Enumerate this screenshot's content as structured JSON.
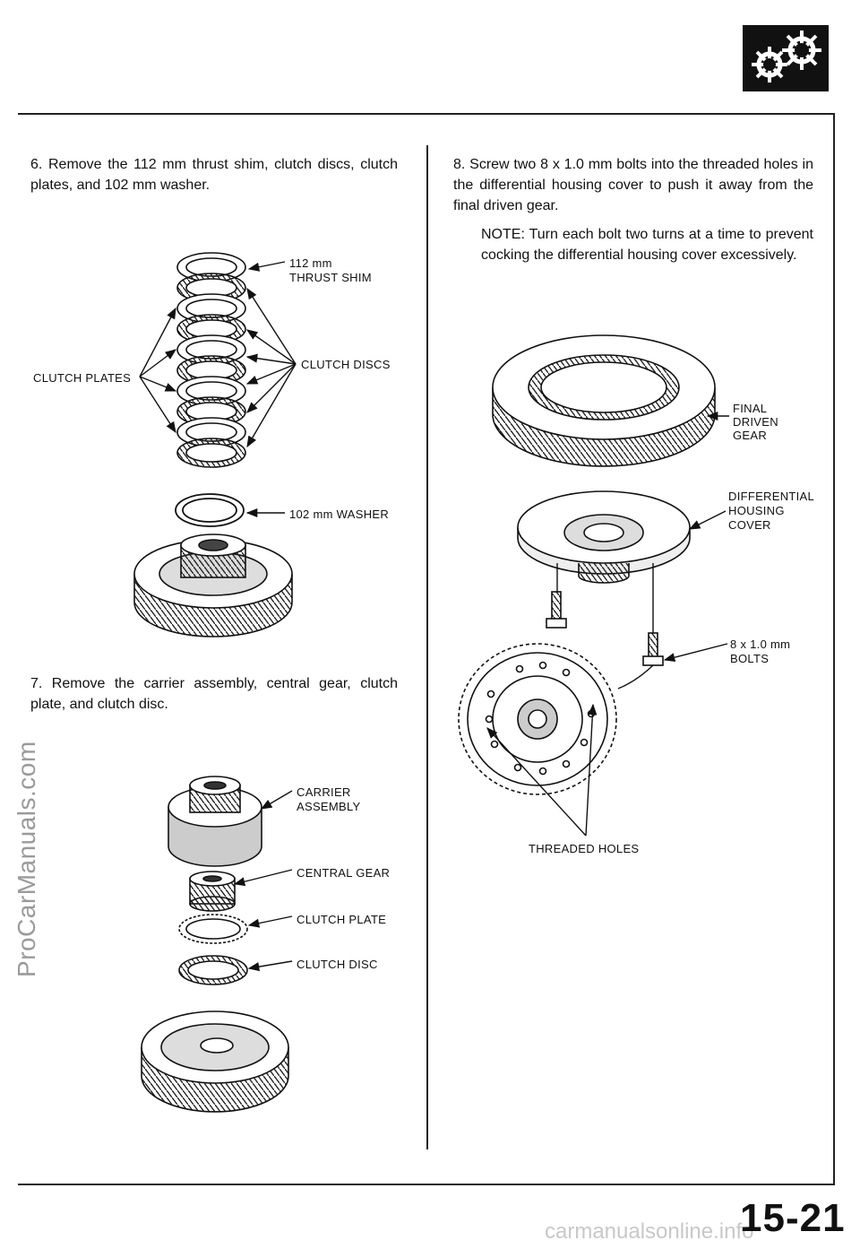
{
  "header": {
    "logo_icon": "gears-icon"
  },
  "left": {
    "step6": "6.  Remove the 112 mm thrust shim, clutch discs, clutch plates, and 102 mm washer.",
    "step7": "7.  Remove the carrier assembly, central gear, clutch plate, and clutch disc.",
    "labels": {
      "thrust_shim_1": "112 mm",
      "thrust_shim_2": "THRUST SHIM",
      "clutch_discs": "CLUTCH DISCS",
      "clutch_plates": "CLUTCH PLATES",
      "washer": "102 mm WASHER",
      "carrier_1": "CARRIER",
      "carrier_2": "ASSEMBLY",
      "central_gear": "CENTRAL GEAR",
      "clutch_plate": "CLUTCH PLATE",
      "clutch_disc": "CLUTCH DISC"
    }
  },
  "right": {
    "step8": "8.  Screw two 8 x 1.0 mm bolts into the threaded holes in the differential housing cover to push it away from the final driven gear.",
    "note": "NOTE: Turn each bolt two turns at a time to prevent cocking the differential housing cover excessively.",
    "labels": {
      "final_1": "FINAL",
      "final_2": "DRIVEN",
      "final_3": "GEAR",
      "diff_1": "DIFFERENTIAL",
      "diff_2": "HOUSING",
      "diff_3": "COVER",
      "bolts_1": "8 x 1.0 mm",
      "bolts_2": "BOLTS",
      "threaded": "THREADED HOLES"
    }
  },
  "watermark": "ProCarManuals.com",
  "footer_watermark": "carmanualsonline.info",
  "page_number": "15-21"
}
